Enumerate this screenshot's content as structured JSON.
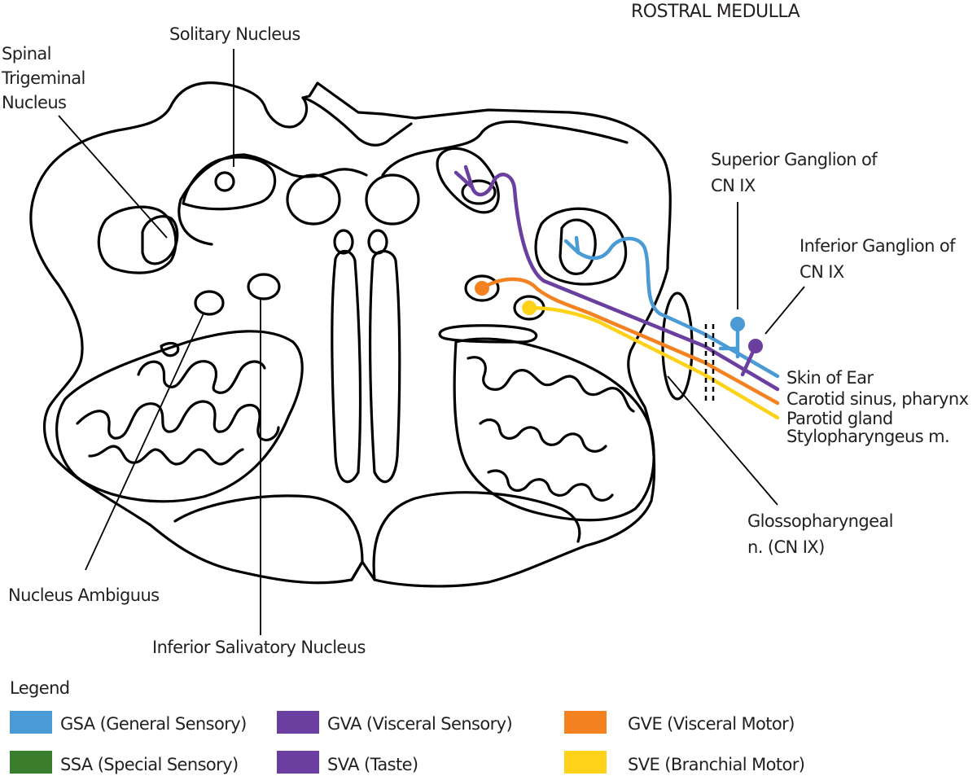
{
  "title": "ROSTRAL MEDULLA",
  "labels": {
    "spinal_trigeminal": [
      "Spinal",
      "Trigeminal",
      "Nucleus"
    ],
    "solitary": "Solitary Nucleus",
    "superior_ganglion": [
      "Superior Ganglion of",
      "CN IX"
    ],
    "inferior_ganglion": [
      "Inferior Ganglion of",
      "CN IX"
    ],
    "glossopharyngeal": [
      "Glossopharyngeal",
      "n. (CN IX)"
    ],
    "nucleus_ambiguus": "Nucleus Ambiguus",
    "inferior_salivatory": "Inferior Salivatory Nucleus"
  },
  "targets": {
    "skin_of_ear": "Skin of Ear",
    "carotid": "Carotid sinus, pharynx",
    "parotid": "Parotid gland",
    "stylopharyngeus": "Stylopharyngeus m."
  },
  "legend": {
    "title": "Legend",
    "items": [
      {
        "label": "GSA (General Sensory)",
        "color": "#4a9ad6"
      },
      {
        "label": "SSA (Special Sensory)",
        "color": "#3a7d2c"
      },
      {
        "label": "GVA (Visceral Sensory)",
        "color": "#6a3fa0"
      },
      {
        "label": "SVA (Taste)",
        "color": "#6a3fa0"
      },
      {
        "label": "GVE (Visceral Motor)",
        "color": "#f58220"
      },
      {
        "label": "SVE (Branchial Motor)",
        "color": "#ffd21a"
      }
    ]
  },
  "colors": {
    "gsa": "#4a9ad6",
    "gva": "#6a3fa0",
    "gve": "#f58220",
    "sve": "#ffd21a"
  }
}
